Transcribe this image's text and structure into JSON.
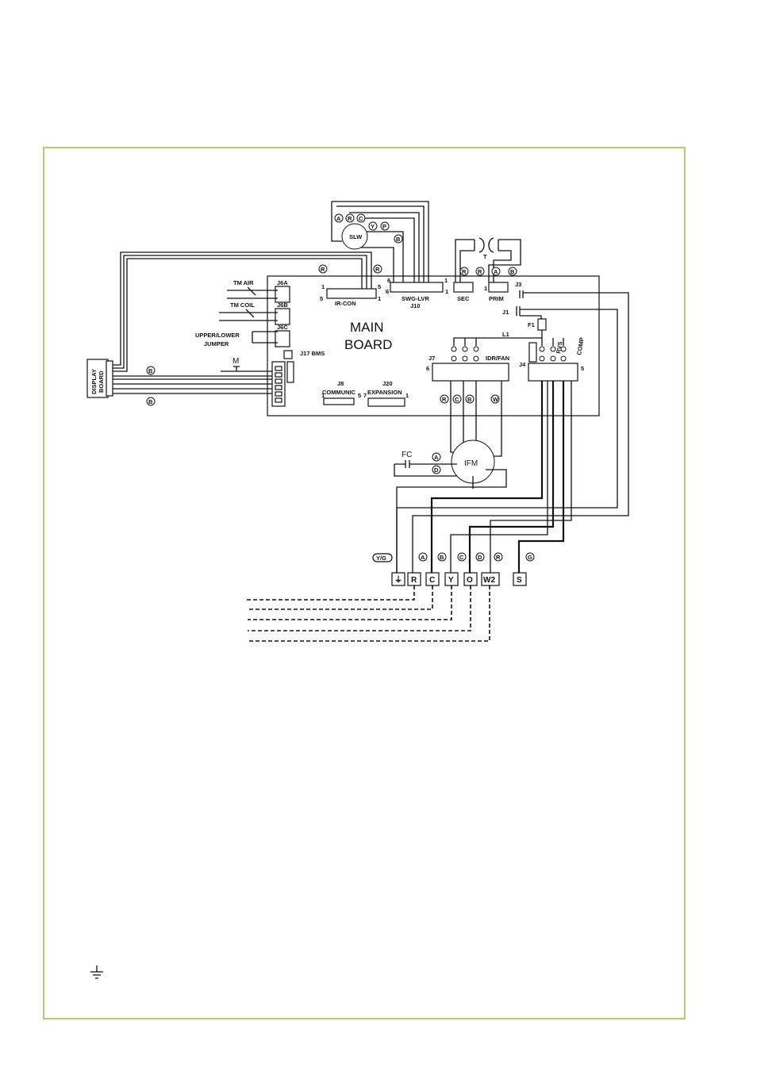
{
  "main_board": {
    "line1": "MAIN",
    "line2": "BOARD"
  },
  "connectors": {
    "j6a": "J6A",
    "j6b": "J6B",
    "j6c": "J6C",
    "ir_con": "IR-CON",
    "swg_lvr": "SWG-LVR",
    "j10": "J10",
    "sec": "SEC",
    "prim": "PRIM",
    "j3": "J3",
    "j1": "J1",
    "f1": "F1",
    "l1": "L1",
    "j7": "J7",
    "idr_fan": "IDR/FAN",
    "j4": "J4",
    "j17": "J17 BMS",
    "j8": "J8",
    "communic": "COMMUNIC",
    "j20": "J20",
    "expansion": "EXPANSION",
    "rvs": "RVS",
    "comp": "COMP"
  },
  "pin_numbers": [
    "1",
    "5",
    "5",
    "1",
    "6",
    "1",
    "6",
    "1",
    "1",
    "6",
    "5",
    "1",
    "5",
    "7",
    "1"
  ],
  "components": {
    "tm_air": "TM AIR",
    "tm_coil": "TM COIL",
    "jumper_line1": "UPPER/LOWER",
    "jumper_line2": "JUMPER",
    "motor": "M",
    "slw": "SLW",
    "transformer": "T",
    "display_line1": "DISPLAY",
    "display_line2": "BOARD",
    "fc": "FC",
    "ifm": "IFM"
  },
  "wire_color_tags": {
    "slw": [
      "A",
      "R",
      "C",
      "Y",
      "P",
      "B"
    ],
    "ir_con_r_left": "R",
    "ir_con_r_right": "R",
    "sec_r": "R",
    "prim_r": "R",
    "prim_a": "A",
    "prim_b": "B",
    "display_b_top": "B",
    "display_b_bottom": "B",
    "fan": [
      "R",
      "C",
      "B",
      "W"
    ],
    "fc": [
      "A",
      "D"
    ],
    "terminal_row": [
      "Y/G",
      "A",
      "B",
      "C",
      "D",
      "R",
      "G"
    ]
  },
  "terminals": [
    "⏚",
    "R",
    "C",
    "Y",
    "O",
    "W2",
    "S"
  ],
  "ground_symbol": "ground-icon"
}
